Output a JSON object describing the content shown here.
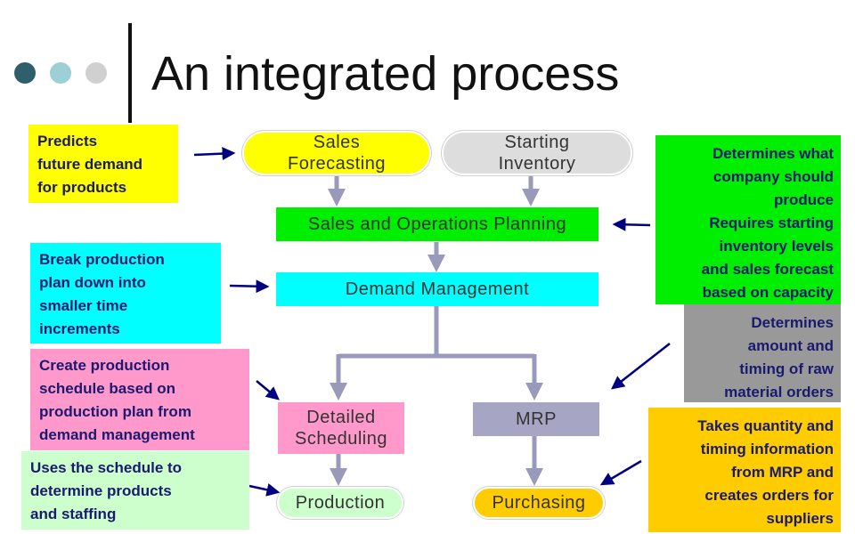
{
  "slide": {
    "title": "An integrated process",
    "dots": [
      "#2f5f6a",
      "#9cd0d6",
      "#d0d0d0"
    ]
  },
  "nodes": {
    "sales_forecasting": "Sales\nForecasting",
    "starting_inventory": "Starting\nInventory",
    "sop": "Sales and Operations Planning",
    "demand_management": "Demand Management",
    "detailed_scheduling": "Detailed\nScheduling",
    "mrp": "MRP",
    "production": "Production",
    "purchasing": "Purchasing"
  },
  "notes": {
    "forecast": "Predicts\nfuture demand\nfor products",
    "sop": "Determines what\ncompany should\nproduce\nRequires starting\ninventory levels\nand sales forecast\nbased on capacity",
    "demand": "Break production\nplan down into\nsmaller time\nincrements",
    "mrp": "Determines\namount and\ntiming of raw\nmaterial orders",
    "scheduling": "Create production\nschedule based on\nproduction plan from\ndemand management",
    "production": "Uses the schedule to\ndetermine products\nand staffing",
    "purchasing": "Takes quantity and\ntiming information\nfrom MRP and\ncreates orders for\nsuppliers"
  },
  "colors": {
    "yellow": "#ffff00",
    "light_gray": "#dddddd",
    "green": "#00ee00",
    "cyan": "#00ffff",
    "pink": "#ff99cc",
    "light_green": "#ccffcc",
    "gray": "#999999",
    "orange": "#ffcc00",
    "mrp_box": "#a6a6c4",
    "flow_arrow": "#9999bb",
    "pointer_arrow": "#000080"
  }
}
